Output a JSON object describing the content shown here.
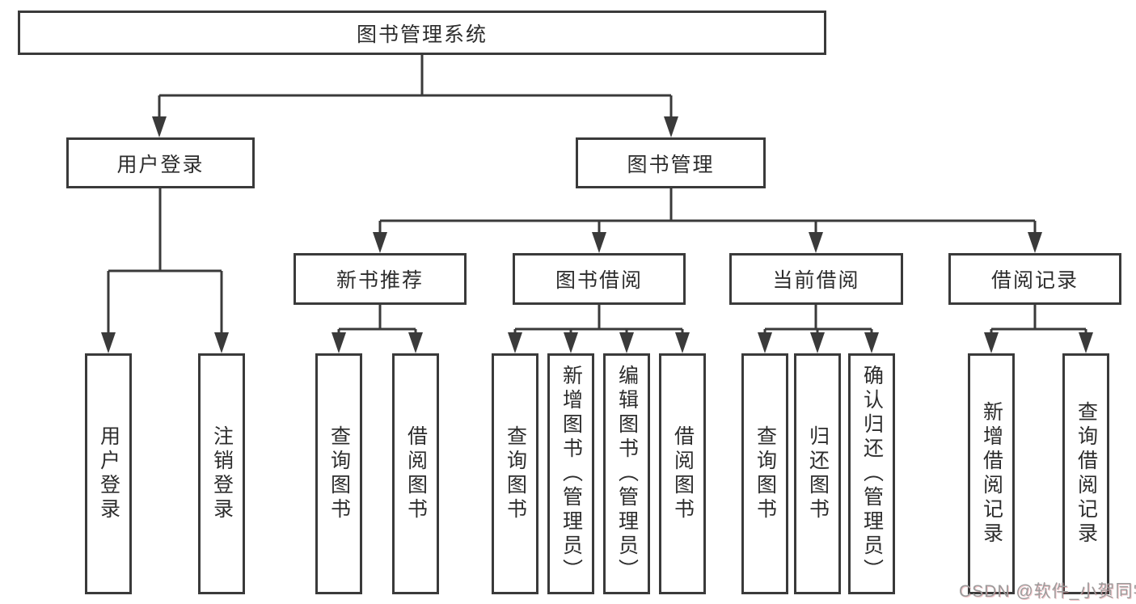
{
  "diagram": {
    "title": "图书管理系统",
    "type": "hierarchy-tree",
    "colors": {
      "line": "#3a3a3a",
      "box_border": "#3a3a3a",
      "text": "#2d2d2d",
      "background": "#ffffff",
      "watermark": "#9b9b9b"
    },
    "nodes": {
      "root": {
        "label": "图书管理系统"
      },
      "level2": [
        {
          "label": "用户登录",
          "parent": "图书管理系统"
        },
        {
          "label": "图书管理",
          "parent": "图书管理系统"
        }
      ],
      "level3": [
        {
          "label": "新书推荐",
          "parent": "图书管理"
        },
        {
          "label": "图书借阅",
          "parent": "图书管理"
        },
        {
          "label": "当前借阅",
          "parent": "图书管理"
        },
        {
          "label": "借阅记录",
          "parent": "图书管理"
        }
      ],
      "leaves": [
        {
          "label": "用户登录",
          "parent": "用户登录"
        },
        {
          "label": "注销登录",
          "parent": "用户登录"
        },
        {
          "label": "查询图书",
          "parent": "新书推荐"
        },
        {
          "label": "借阅图书",
          "parent": "新书推荐"
        },
        {
          "label": "查询图书",
          "parent": "图书借阅"
        },
        {
          "label": "新增图书（管理员）",
          "parent": "图书借阅"
        },
        {
          "label": "编辑图书（管理员）",
          "parent": "图书借阅"
        },
        {
          "label": "借阅图书",
          "parent": "图书借阅"
        },
        {
          "label": "查询图书",
          "parent": "当前借阅"
        },
        {
          "label": "归还图书",
          "parent": "当前借阅"
        },
        {
          "label": "确认归还（管理员）",
          "parent": "当前借阅"
        },
        {
          "label": "新增借阅记录",
          "parent": "借阅记录"
        },
        {
          "label": "查询借阅记录",
          "parent": "借阅记录"
        }
      ]
    },
    "watermark": {
      "text": "CSDN @软件_小贺同学"
    }
  }
}
